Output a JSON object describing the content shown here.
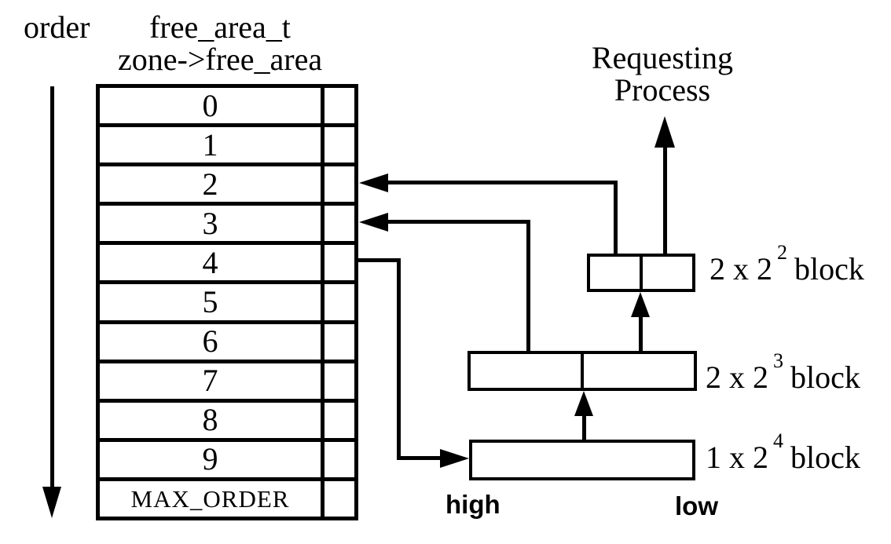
{
  "palette": {
    "ink": "#000000",
    "background": "#ffffff"
  },
  "header": {
    "order_label": "order",
    "free_area_title_line1": "free_area_t",
    "free_area_title_line2": "zone->free_area",
    "requesting_line1": "Requesting",
    "requesting_line2": "Process"
  },
  "table": {
    "rows": [
      "0",
      "1",
      "2",
      "3",
      "4",
      "5",
      "6",
      "7",
      "8",
      "9",
      "MAX_ORDER"
    ]
  },
  "blocks": [
    {
      "prefix": "2 x 2",
      "sup": "2",
      "suffix": "block",
      "cells": 2
    },
    {
      "prefix": "2 x 2",
      "sup": "3",
      "suffix": "block",
      "cells": 2
    },
    {
      "prefix": "1 x 2",
      "sup": "4",
      "suffix": "block",
      "cells": 1
    }
  ],
  "footer": {
    "high_label": "high",
    "low_label": "low"
  }
}
